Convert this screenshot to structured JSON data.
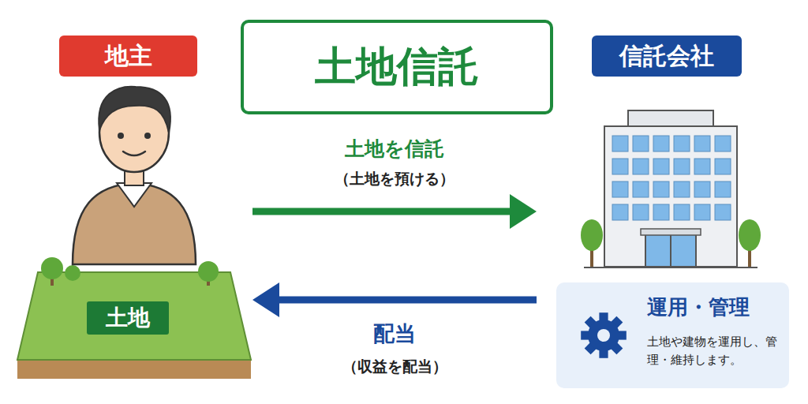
{
  "diagram": {
    "title": "土地信託",
    "nodes": [
      {
        "text": [
          "地主"
        ]
      },
      {
        "text": [
          "信託会社"
        ]
      },
      {
        "text": [
          "土地"
        ],
        "in": 0
      },
      {
        "text": [
          "運用・管理",
          "土地や建物を運用し、管理・維持します。"
        ],
        "in": 1
      }
    ],
    "edges": [
      {
        "from": 0,
        "to": 1,
        "label": "土地を信託",
        "arrow": "to"
      },
      {
        "from": 1,
        "to": 0,
        "label": "配当",
        "arrow": "to"
      }
    ],
    "labels": [
      "（土地を預ける）",
      "（収益を配当）"
    ]
  }
}
